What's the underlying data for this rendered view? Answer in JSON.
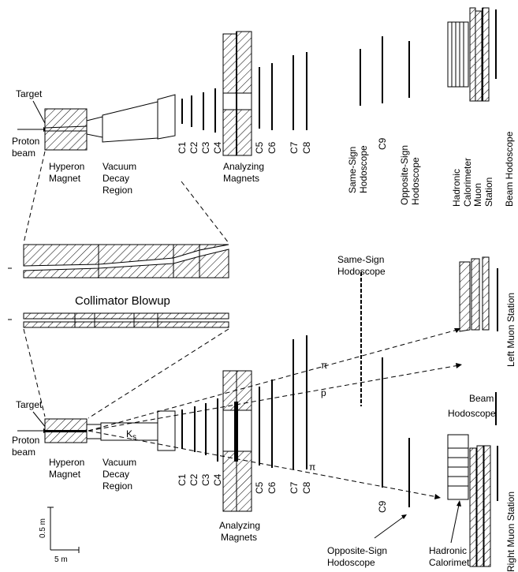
{
  "top": {
    "target": "Target",
    "proton_beam": [
      "Proton",
      "beam"
    ],
    "hyperon_magnet": [
      "Hyperon",
      "Magnet"
    ],
    "vacuum_decay_region": [
      "Vacuum",
      "Decay",
      "Region"
    ],
    "chambers_pre": [
      "C1",
      "C2",
      "C3",
      "C4"
    ],
    "analyzing_magnets": [
      "Analyzing",
      "Magnets"
    ],
    "chambers_post": [
      "C5",
      "C6",
      "C7",
      "C8"
    ],
    "same_sign_hodoscope": [
      "Same-Sign",
      "Hodoscope"
    ],
    "c9": "C9",
    "opposite_sign_hodoscope": [
      "Opposite-Sign",
      "Hodoscope"
    ],
    "hadronic_calorimeter": [
      "Hadronic",
      "Calorimeter"
    ],
    "muon_station": [
      "Muon",
      "Station"
    ],
    "beam_hodoscope": "Beam Hodoscope"
  },
  "middle": {
    "collimator_blowup": "Collimator Blowup",
    "same_sign_hodoscope": [
      "Same-Sign",
      "Hodoscope"
    ],
    "left_muon_station": "Left Muon Station",
    "beam_hodoscope": [
      "Beam",
      "Hodoscope"
    ],
    "pi_top": "π",
    "p": "p",
    "ks": "K",
    "ks_sub": "s",
    "pi_bottom": "π"
  },
  "bottom": {
    "target": "Target",
    "proton_beam": [
      "Proton",
      "beam"
    ],
    "hyperon_magnet": [
      "Hyperon",
      "Magnet"
    ],
    "vacuum_decay_region": [
      "Vacuum",
      "Decay",
      "Region"
    ],
    "chambers_pre": [
      "C1",
      "C2",
      "C3",
      "C4"
    ],
    "chambers_post": [
      "C5",
      "C6",
      "C7",
      "C8"
    ],
    "c9": "C9",
    "analyzing_magnets": [
      "Analyzing",
      "Magnets"
    ],
    "opposite_sign_hodoscope": [
      "Opposite-Sign",
      "Hodoscope"
    ],
    "hadronic_calorimeter": [
      "Hadronic",
      "Calorimeter"
    ],
    "right_muon_station": "Right Muon Station",
    "scale_vertical": "0.5 m",
    "scale_horizontal": "5 m"
  }
}
